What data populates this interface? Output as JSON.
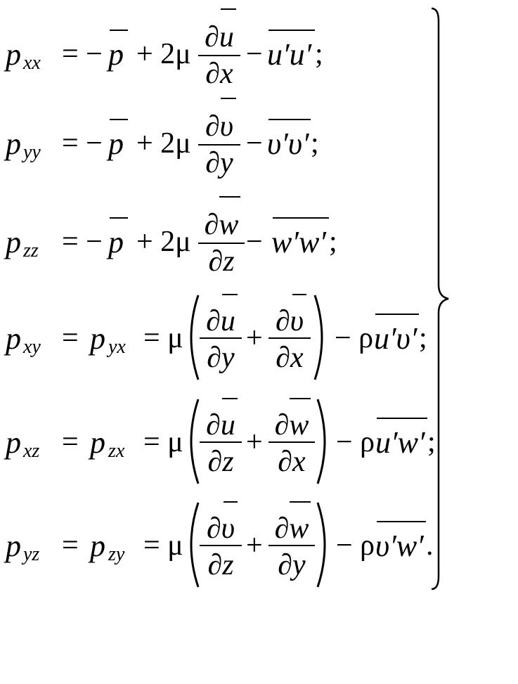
{
  "equations": [
    {
      "lhs": "p",
      "lhs_sub": "xx",
      "text_eq": "= −",
      "p": "p",
      "plus2mu": "+ 2μ",
      "num": "∂u",
      "den": "∂x",
      "minus": "−",
      "tail": "u′u′",
      "end": ";"
    },
    {
      "lhs": "p",
      "lhs_sub": "yy",
      "text_eq": "= −",
      "p": "p",
      "plus2mu": "+ 2μ",
      "num": "∂υ",
      "den": "∂y",
      "minus": "−",
      "tail": "υ′υ′",
      "end": ";"
    },
    {
      "lhs": "p",
      "lhs_sub": "zz",
      "text_eq": "= −",
      "p": "p",
      "plus2mu": "+ 2μ",
      "num": "∂w",
      "den": "∂z",
      "minus": "−",
      "tail": "w′w′",
      "end": ";"
    },
    {
      "lhs": "p",
      "lhs_sub": "xy",
      "eq1": "=",
      "mid": "p",
      "mid_sub": "yx",
      "eq2": "= μ",
      "num1": "∂u",
      "den1": "∂y",
      "plus": "+",
      "num2": "∂υ",
      "den2": "∂x",
      "minus_rho": "− ρ",
      "tail": "u′υ′",
      "end": ";"
    },
    {
      "lhs": "p",
      "lhs_sub": "xz",
      "eq1": "=",
      "mid": "p",
      "mid_sub": "zx",
      "eq2": "= μ",
      "num1": "∂u",
      "den1": "∂z",
      "plus": "+",
      "num2": "∂w",
      "den2": "∂x",
      "minus_rho": "− ρ",
      "tail": "u′w′",
      "end": ";"
    },
    {
      "lhs": "p",
      "lhs_sub": "yz",
      "eq1": "=",
      "mid": "p",
      "mid_sub": "zy",
      "eq2": "= μ",
      "num1": "∂υ",
      "den1": "∂z",
      "plus": "+",
      "num2": "∂w",
      "den2": "∂y",
      "minus_rho": "− ρ",
      "tail": "υ′w′",
      "end": "."
    }
  ]
}
